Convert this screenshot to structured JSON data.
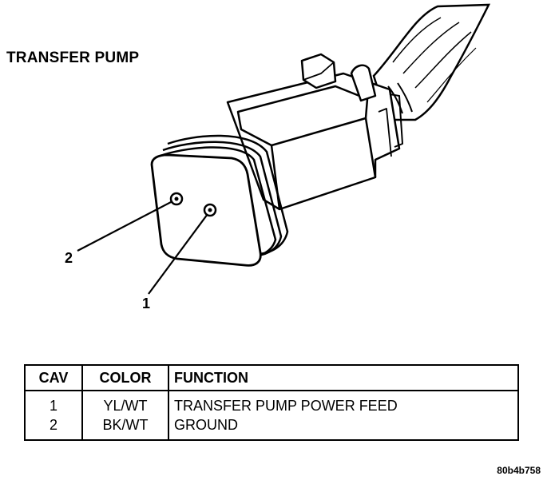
{
  "title": "TRANSFER PUMP",
  "callouts": [
    "2",
    "1"
  ],
  "table": {
    "headers": [
      "CAV",
      "COLOR",
      "FUNCTION"
    ],
    "rows": [
      [
        "1",
        "YL/WT",
        "TRANSFER PUMP POWER FEED"
      ],
      [
        "2",
        "BK/WT",
        "GROUND"
      ]
    ]
  },
  "figure_code": "80b4b758"
}
